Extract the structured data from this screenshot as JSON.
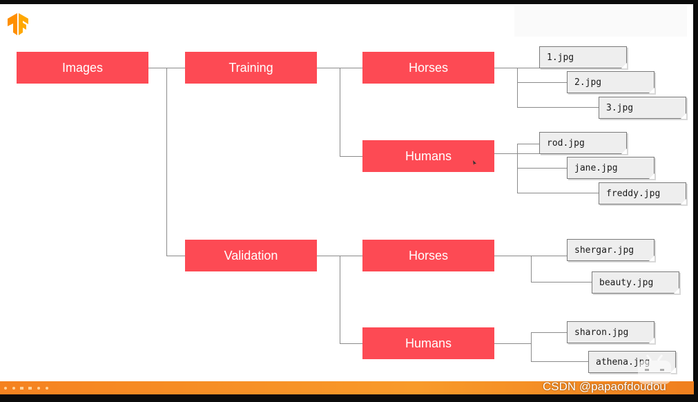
{
  "nodes": {
    "images": "Images",
    "training": "Training",
    "validation": "Validation",
    "training_horses": "Horses",
    "training_humans": "Humans",
    "validation_horses": "Horses",
    "validation_humans": "Humans"
  },
  "files": {
    "training_horses": [
      "1.jpg",
      "2.jpg",
      "3.jpg"
    ],
    "training_humans": [
      "rod.jpg",
      "jane.jpg",
      "freddy.jpg"
    ],
    "validation_horses": [
      "shergar.jpg",
      "beauty.jpg"
    ],
    "validation_humans": [
      "sharon.jpg",
      "athena.jpg"
    ]
  },
  "watermark": "CSDN @papaofdoudou",
  "colors": {
    "node": "#fd4a54",
    "file_bg": "#eeeeee",
    "line": "#8a8a8a",
    "logo": "#ff8f00",
    "footer_bar": "#f58220"
  },
  "icons": {
    "logo": "tensorflow-logo-icon",
    "watermark_icon": "bilibili-tv-icon"
  }
}
